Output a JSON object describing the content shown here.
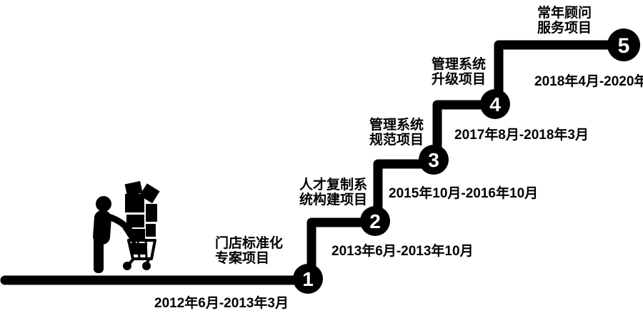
{
  "colors": {
    "line": "#000000",
    "circle_fill": "#000000",
    "number_text": "#ffffff",
    "label_text": "#000000",
    "background": "#ffffff"
  },
  "icon": {
    "name": "person-pushing-cart-icon"
  },
  "steps": [
    {
      "number": "1",
      "label_line1": "门店标准化",
      "label_line2": "专案项目",
      "date": "2012年6月-2013年3月"
    },
    {
      "number": "2",
      "label_line1": "人才复制系",
      "label_line2": "统构建项目",
      "date": "2013年6月-2013年10月"
    },
    {
      "number": "3",
      "label_line1": "管理系统",
      "label_line2": "规范项目",
      "date": "2015年10月-2016年10月"
    },
    {
      "number": "4",
      "label_line1": "管理系统",
      "label_line2": "升级项目",
      "date": "2017年8月-2018年3月"
    },
    {
      "number": "5",
      "label_line1": "常年顾问",
      "label_line2": "服务项目",
      "date": "2018年4月-2020年"
    }
  ]
}
